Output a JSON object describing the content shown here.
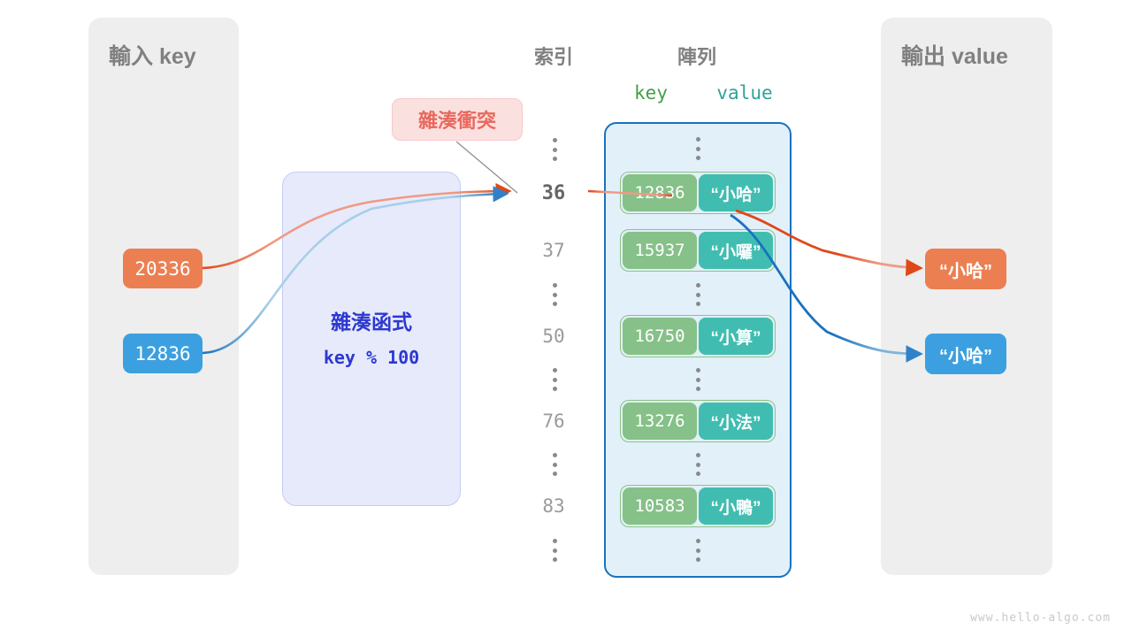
{
  "panels": {
    "input_title": "輸入 key",
    "output_title": "輸出 value"
  },
  "columns": {
    "index_title": "索引",
    "array_title": "陣列",
    "legend_key": "key",
    "legend_value": "value"
  },
  "hash_function": {
    "name": "雜湊函式",
    "expression": "key % 100"
  },
  "callout": {
    "collision_label": "雜湊衝突"
  },
  "inputs": [
    {
      "value": "20336",
      "color": "#ec7f52"
    },
    {
      "value": "12836",
      "color": "#3ca0e0"
    }
  ],
  "outputs": [
    {
      "value": "“小哈”",
      "color": "#ec7f52"
    },
    {
      "value": "“小哈”",
      "color": "#3ca0e0"
    }
  ],
  "index_column": [
    {
      "type": "dots"
    },
    {
      "type": "index",
      "label": "36",
      "active": true
    },
    {
      "type": "index",
      "label": "37",
      "active": false
    },
    {
      "type": "dots"
    },
    {
      "type": "index",
      "label": "50",
      "active": false
    },
    {
      "type": "dots"
    },
    {
      "type": "index",
      "label": "76",
      "active": false
    },
    {
      "type": "dots"
    },
    {
      "type": "index",
      "label": "83",
      "active": false
    },
    {
      "type": "dots"
    }
  ],
  "entries": [
    {
      "key": "12836",
      "value": "“小哈”"
    },
    {
      "key": "15937",
      "value": "“小囉”"
    },
    {
      "key": "16750",
      "value": "“小算”"
    },
    {
      "key": "13276",
      "value": "“小法”"
    },
    {
      "key": "10583",
      "value": "“小鴨”"
    }
  ],
  "colors": {
    "panel_bg": "#eeeeee",
    "array_bg": "#e2f0fa",
    "array_border": "#1a72bf",
    "hash_bg": "#e7eafa",
    "hash_text": "#2d38d0",
    "collision_bg": "#fbe0e0",
    "collision_text": "#e8685d",
    "key_cell": "#85c188",
    "value_cell": "#40bdb0",
    "orange": "#e04818",
    "blue": "#1a72bf"
  },
  "watermark": "www.hello-algo.com"
}
